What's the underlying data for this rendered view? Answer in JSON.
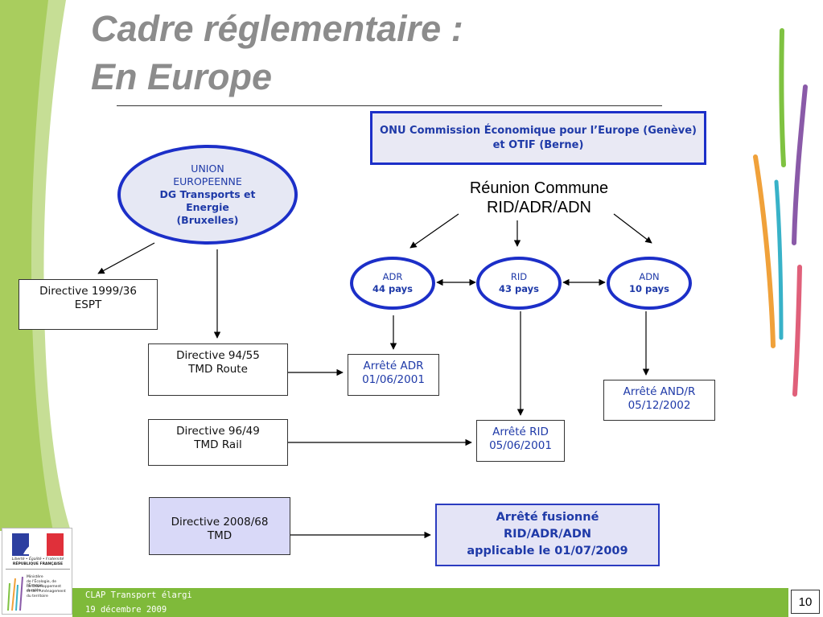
{
  "title": {
    "line1": "Cadre réglementaire :",
    "line2": "En Europe"
  },
  "onu": {
    "line1": "ONU Commission Économique pour l’Europe (Genève)",
    "line2": "et OTIF (Berne)"
  },
  "ue": {
    "line1": "UNION",
    "line2": "EUROPEENNE",
    "line3": "DG Transports et",
    "line4": "Energie",
    "line5": "(Bruxelles)"
  },
  "reunion": {
    "line1": "Réunion Commune",
    "line2": "RID/ADR/ADN"
  },
  "adr": {
    "name": "ADR",
    "count": "44 pays"
  },
  "rid": {
    "name": "RID",
    "count": "43 pays"
  },
  "adn": {
    "name": "ADN",
    "count": "10 pays"
  },
  "dir1999": {
    "line1": "Directive 1999/36",
    "line2": "ESPT"
  },
  "dir94": {
    "line1": "Directive 94/55",
    "line2": "TMD Route"
  },
  "dir96": {
    "line1": "Directive 96/49",
    "line2": "TMD  Rail"
  },
  "dir2008": {
    "line1": "Directive 2008/68",
    "line2": "TMD"
  },
  "arr_adr": {
    "line1": "Arrêté ADR",
    "line2": "01/06/2001"
  },
  "arr_rid": {
    "line1": "Arrêté RID",
    "line2": "05/06/2001"
  },
  "arr_adn": {
    "line1": "Arrêté AND/R",
    "line2": "05/12/2002"
  },
  "fusion": {
    "line1": "Arrêté fusionné",
    "line2": "RID/ADR/ADN",
    "line3": "applicable le 01/07/2009"
  },
  "footer": {
    "line1": "CLAP Transport élargi",
    "line2": "19 décembre 2009",
    "page": "10"
  },
  "logo": {
    "motto": "Liberté • Égalité • Fraternité",
    "republic": "RÉPUBLIQUE FRANÇAISE",
    "ministry1": "Ministère",
    "ministry2": "de l'Écologie, de l'Énergie,",
    "ministry3": "du Développement durable",
    "ministry4": "et de l'Aménagement",
    "ministry5": "du territoire"
  },
  "colors": {
    "accent_blue": "#1c2fc8",
    "title_gray": "#8c8c8c",
    "footer_green": "#7fba3a"
  }
}
